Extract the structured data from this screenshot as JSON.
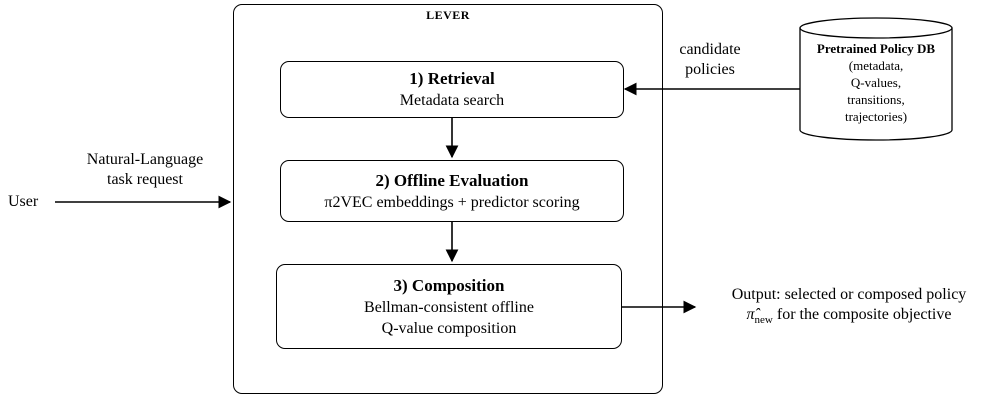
{
  "system": {
    "title": "LEVER"
  },
  "stages": [
    {
      "title": "1) Retrieval",
      "lines": [
        "Metadata search"
      ]
    },
    {
      "title": "2) Offline Evaluation",
      "lines": [
        "π2VEC embeddings + predictor scoring"
      ]
    },
    {
      "title": "3) Composition",
      "lines": [
        "Bellman-consistent offline",
        "Q-value composition"
      ]
    }
  ],
  "user": {
    "label": "User",
    "request_lines": [
      "Natural-Language",
      "task request"
    ]
  },
  "database": {
    "title": "Pretrained Policy DB",
    "lines": [
      "(metadata,",
      "Q-values,",
      "transitions,",
      "trajectories)"
    ]
  },
  "candidate": {
    "lines": [
      "candidate",
      "policies"
    ]
  },
  "output": {
    "line1": "Output: selected or composed policy",
    "pi_symbol": "π̂",
    "pi_subscript": "new",
    "line2_rest": " for the composite objective"
  }
}
